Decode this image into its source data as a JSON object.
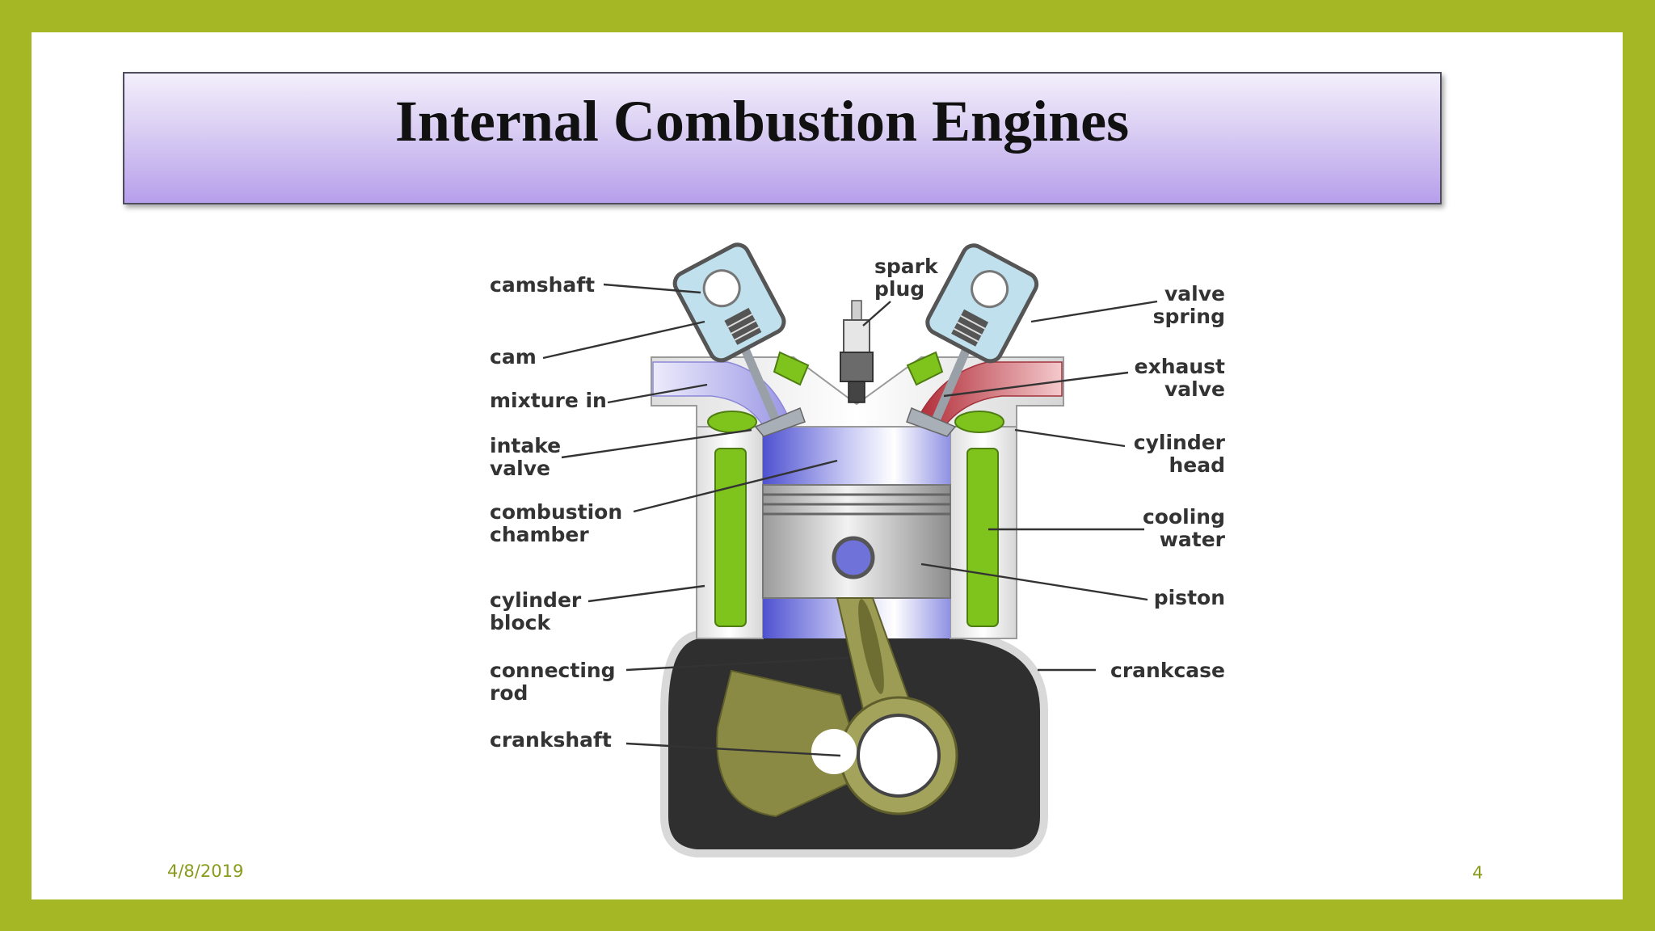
{
  "slide": {
    "title": "Internal Combustion Engines",
    "date": "4/8/2019",
    "page_number": "4"
  },
  "diagram": {
    "labels": {
      "camshaft": "camshaft",
      "cam": "cam",
      "mixture_in": "mixture in",
      "intake_valve_1": "intake",
      "intake_valve_2": "valve",
      "combustion_chamber_1": "combustion",
      "combustion_chamber_2": "chamber",
      "cylinder_block_1": "cylinder",
      "cylinder_block_2": "block",
      "connecting_rod_1": "connecting",
      "connecting_rod_2": "rod",
      "crankshaft": "crankshaft",
      "spark_plug_1": "spark",
      "spark_plug_2": "plug",
      "valve_spring_1": "valve",
      "valve_spring_2": "spring",
      "exhaust_valve_1": "exhaust",
      "exhaust_valve_2": "valve",
      "cylinder_head_1": "cylinder",
      "cylinder_head_2": "head",
      "cooling_water_1": "cooling",
      "cooling_water_2": "water",
      "piston": "piston",
      "crankcase": "crankcase"
    }
  },
  "colors": {
    "frame": "#a6b725",
    "footer_text": "#8a9b1b",
    "coolant": "#7fc31d",
    "chamber": "#5c5fd6",
    "exhaust": "#d14a55",
    "intake_mixture": "#b9b6ee",
    "crankcase": "#2f2f2f",
    "connecting_rod": "#8a8a45"
  }
}
